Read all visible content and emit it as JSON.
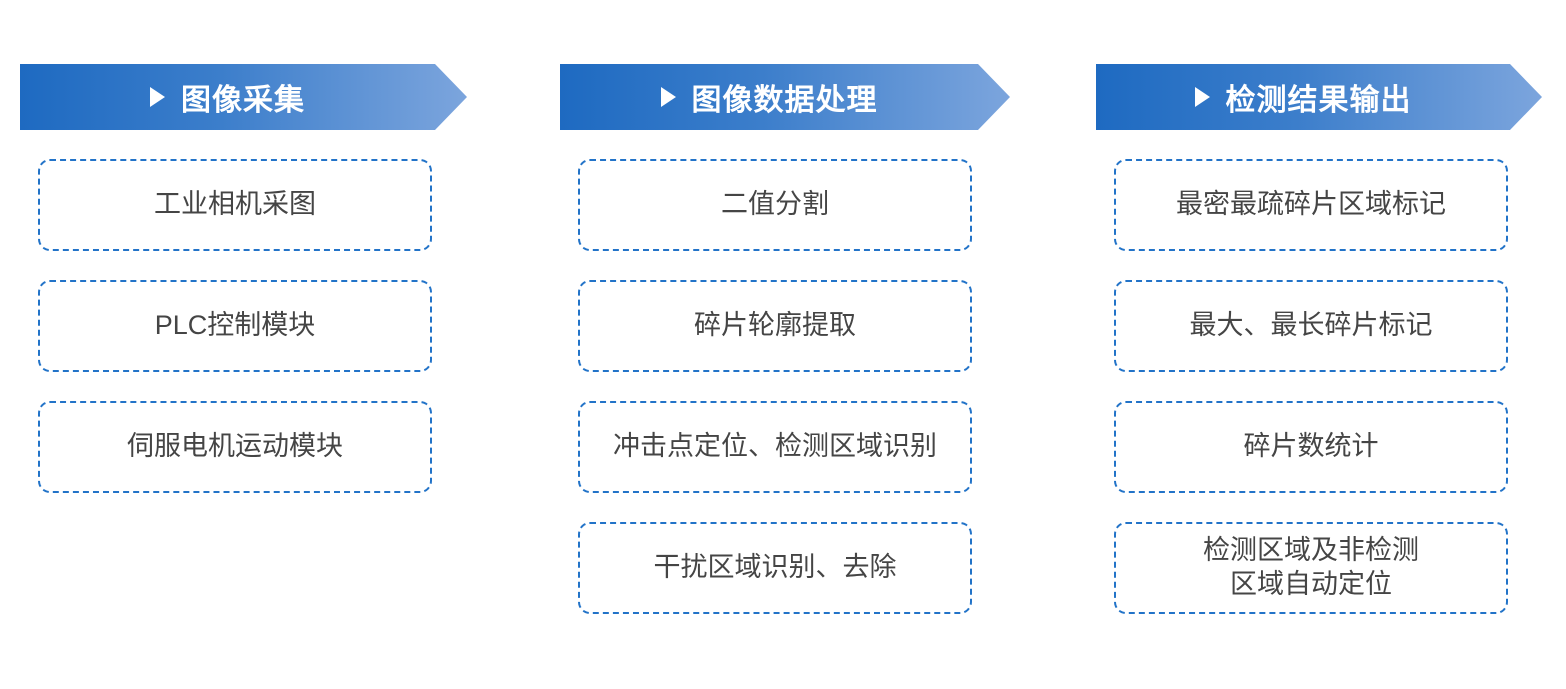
{
  "diagram_title": "detection-process-flow",
  "colors": {
    "header_gradient_start": "#1e6ac1",
    "header_gradient_end": "#7ca5dd",
    "header_text": "#ffffff",
    "box_border": "#2273c8",
    "box_text": "#454545",
    "background": "#ffffff"
  },
  "columns": [
    {
      "header": {
        "label": "图像采集",
        "icon": "play-icon"
      },
      "boxes": [
        {
          "label": "工业相机采图"
        },
        {
          "label": "PLC控制模块"
        },
        {
          "label": "伺服电机运动模块"
        }
      ]
    },
    {
      "header": {
        "label": "图像数据处理",
        "icon": "play-icon"
      },
      "boxes": [
        {
          "label": "二值分割"
        },
        {
          "label": "碎片轮廓提取"
        },
        {
          "label": "冲击点定位、检测区域识别"
        },
        {
          "label": "干扰区域识别、去除"
        }
      ]
    },
    {
      "header": {
        "label": "检测结果输出",
        "icon": "play-icon"
      },
      "boxes": [
        {
          "label": "最密最疏碎片区域标记"
        },
        {
          "label": "最大、最长碎片标记"
        },
        {
          "label": "碎片数统计"
        },
        {
          "label": "检测区域及非检测\n区域自动定位"
        }
      ]
    }
  ]
}
